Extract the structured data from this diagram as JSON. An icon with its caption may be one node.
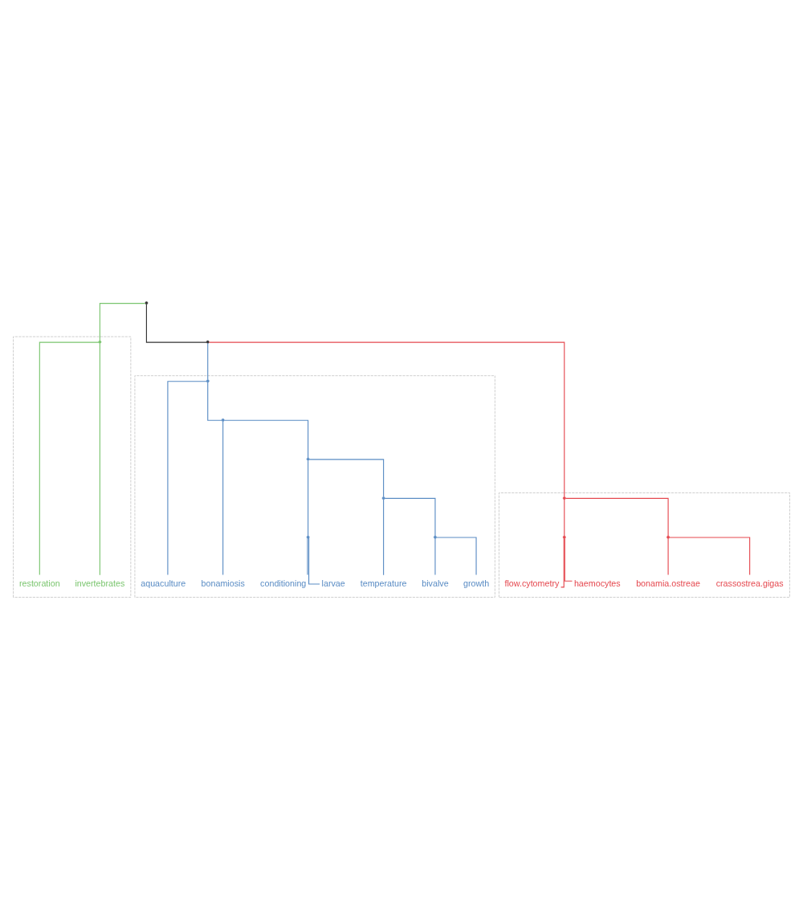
{
  "diagram": {
    "nodes": [
      {
        "text": [],
        "shape": "point"
      },
      {
        "text": [],
        "shape": "point"
      },
      {
        "text": [],
        "shape": "box"
      },
      {
        "text": [],
        "shape": "point",
        "in": 2
      },
      {
        "text": [
          "restoration"
        ],
        "in": 2
      },
      {
        "text": [
          "invertebrates"
        ],
        "in": 2
      },
      {
        "text": [],
        "shape": "box"
      },
      {
        "text": [],
        "shape": "point",
        "in": 6
      },
      {
        "text": [
          "aquaculture"
        ],
        "in": 6
      },
      {
        "text": [],
        "shape": "point",
        "in": 6
      },
      {
        "text": [
          "bonamiosis"
        ],
        "in": 6
      },
      {
        "text": [],
        "shape": "point",
        "in": 6
      },
      {
        "text": [],
        "shape": "point",
        "in": 6
      },
      {
        "text": [
          "conditioning"
        ],
        "in": 6
      },
      {
        "text": [
          "larvae"
        ],
        "in": 6
      },
      {
        "text": [],
        "shape": "point",
        "in": 6
      },
      {
        "text": [
          "temperature"
        ],
        "in": 6
      },
      {
        "text": [],
        "shape": "point",
        "in": 6
      },
      {
        "text": [
          "bivalve"
        ],
        "in": 6
      },
      {
        "text": [
          "growth"
        ],
        "in": 6
      },
      {
        "text": [],
        "shape": "box"
      },
      {
        "text": [],
        "shape": "point",
        "in": 20
      },
      {
        "text": [],
        "shape": "point",
        "in": 20
      },
      {
        "text": [
          "flow.cytometry"
        ],
        "in": 20
      },
      {
        "text": [
          "haemocytes"
        ],
        "in": 20
      },
      {
        "text": [],
        "shape": "point",
        "in": 20
      },
      {
        "text": [
          "bonamia.ostreae"
        ],
        "in": 20
      },
      {
        "text": [
          "crassostrea.gigas"
        ],
        "in": 20
      }
    ],
    "edges": [
      {
        "from": 0,
        "to": 3,
        "arrow": "none",
        "color": "#7ac56e"
      },
      {
        "from": 0,
        "to": 1,
        "arrow": "none",
        "color": "#333333"
      },
      {
        "from": 3,
        "to": 4,
        "arrow": "none",
        "color": "#7ac56e"
      },
      {
        "from": 3,
        "to": 5,
        "arrow": "none",
        "color": "#7ac56e"
      },
      {
        "from": 1,
        "to": 7,
        "arrow": "none"
      },
      {
        "from": 1,
        "to": 21,
        "arrow": "none",
        "color": "#e5484f"
      },
      {
        "from": 7,
        "to": 8,
        "arrow": "none"
      },
      {
        "from": 7,
        "to": 9,
        "arrow": "none"
      },
      {
        "from": 9,
        "to": 10,
        "arrow": "none"
      },
      {
        "from": 9,
        "to": 11,
        "arrow": "none"
      },
      {
        "from": 11,
        "to": 12,
        "arrow": "none"
      },
      {
        "from": 11,
        "to": 15,
        "arrow": "none"
      },
      {
        "from": 12,
        "to": 13,
        "arrow": "none"
      },
      {
        "from": 12,
        "to": 14,
        "arrow": "none"
      },
      {
        "from": 15,
        "to": 16,
        "arrow": "none"
      },
      {
        "from": 15,
        "to": 17,
        "arrow": "none"
      },
      {
        "from": 17,
        "to": 18,
        "arrow": "none"
      },
      {
        "from": 17,
        "to": 19,
        "arrow": "none"
      },
      {
        "from": 21,
        "to": 22,
        "arrow": "none",
        "color": "#e5484f"
      },
      {
        "from": 21,
        "to": 25,
        "arrow": "none",
        "color": "#e5484f"
      },
      {
        "from": 22,
        "to": 23,
        "arrow": "none",
        "color": "#e5484f"
      },
      {
        "from": 22,
        "to": 24,
        "arrow": "none",
        "color": "#e5484f"
      },
      {
        "from": 25,
        "to": 26,
        "arrow": "none",
        "color": "#e5484f"
      },
      {
        "from": 25,
        "to": 27,
        "arrow": "none",
        "color": "#e5484f"
      }
    ]
  }
}
